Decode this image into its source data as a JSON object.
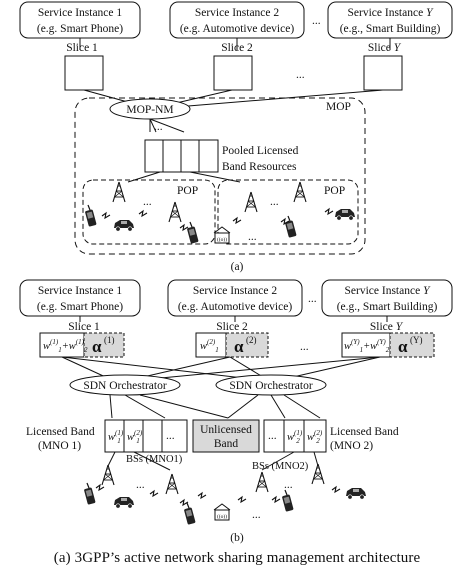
{
  "top": {
    "services": [
      {
        "line1": "Service Instance 1",
        "line2": "(e.g. Smart Phone)"
      },
      {
        "line1": "Service Instance 2",
        "line2": "(e.g. Automotive device)"
      },
      {
        "line1": "Service Instance ",
        "var": "Y",
        "line2": "(e.g., Smart Building)"
      }
    ],
    "ellipsis": "...",
    "slices": [
      {
        "label": "Slice 1"
      },
      {
        "label": "Slice 2"
      },
      {
        "label": "Slice ",
        "var": "Y"
      }
    ],
    "mop_nm": "MOP-NM",
    "mop": "MOP",
    "pooled_line1": "Pooled Licensed",
    "pooled_line2": "Band Resources",
    "pop": "POP",
    "subcaption": "(a)"
  },
  "bottom": {
    "services": [
      {
        "line1": "Service Instance 1",
        "line2": "(e.g. Smart Phone)"
      },
      {
        "line1": "Service Instance 2",
        "line2": "(e.g. Automotive device)"
      },
      {
        "line1": "Service Instance ",
        "var": "Y",
        "line2": "(e.g., Smart Building)"
      }
    ],
    "ellipsis": "...",
    "slices": [
      {
        "label": "Slice 1",
        "alpha_sup": "(1)"
      },
      {
        "label": "Slice 2",
        "alpha_sup": "(2)"
      },
      {
        "label": "Slice ",
        "var": "Y",
        "alpha_sup": "(Y)"
      }
    ],
    "alpha": "α",
    "sdn_orchestrator": "SDN Orchestrator",
    "licensed_band_mno1_line1": "Licensed Band",
    "licensed_band_mno1_line2": "(MNO 1)",
    "licensed_band_mno2_line1": "Licensed Band",
    "licensed_band_mno2_line2": "(MNO 2)",
    "unlicensed_line1": "Unlicensed",
    "unlicensed_line2": "Band",
    "bss_mno1": "BSs (MNO1)",
    "bss_mno2": "BSs (MNO2)",
    "ap_symbol": "((o))",
    "subcaption": "(b)"
  },
  "caption": "(a) 3GPP’s active network sharing management architecture",
  "colors": {
    "line": "#111111",
    "shade": "#d9d9d9",
    "background": "#ffffff"
  }
}
